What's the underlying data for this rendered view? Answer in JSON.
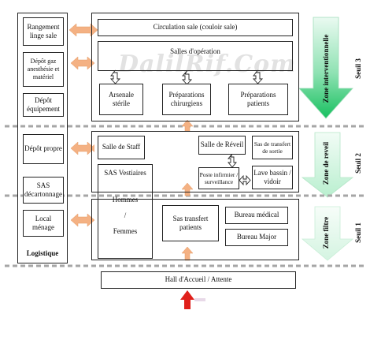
{
  "watermark": "DalilRif.Com",
  "logistics": {
    "title": "Logistique",
    "boxes": [
      "Rangement linge sale",
      "Dépôt gaz anesthésie et matériel",
      "Dépôt équipement",
      "Dépôt propre",
      "SAS décartonnage",
      "Local ménage"
    ]
  },
  "interventional": {
    "circulation": "Circulation sale (couloir sale)",
    "operating_rooms": "Salles d'opération",
    "arsenal": "Arsenale stérile",
    "prep_surgeons": "Préparations chirurgiens",
    "prep_patients": "Préparations patients"
  },
  "awake": {
    "staff": "Salle de Staff",
    "sas_vestiaires": "SAS Vestiaires",
    "hommes": "Hommes",
    "slash": "/",
    "femmes": "Femmes",
    "reveil": "Salle de Réveil",
    "sas_sortie": "Sas de transfert de sortie",
    "poste": "Poste infirmier / surveillance",
    "lave": "Lave bassin / vidoir"
  },
  "filter": {
    "sas_patients": "Sas transfert patients",
    "bureau_medical": "Bureau médical",
    "bureau_major": "Bureau Major"
  },
  "hall": "Hall d'Accueil / Attente",
  "zones": [
    {
      "zone": "Zone interventionnelle",
      "seuil": "Seuil 3"
    },
    {
      "zone": "Zone de reveil",
      "seuil": "Seuil 2"
    },
    {
      "zone": "Zone filtre",
      "seuil": "Seuil 1"
    }
  ],
  "colors": {
    "orange_arrow": "#f4b183",
    "red_arrow": "#e0201b",
    "zone_green": "#22c76a",
    "zone_light": "#e6f8ee",
    "dashed_line": "#a6a6a6"
  }
}
